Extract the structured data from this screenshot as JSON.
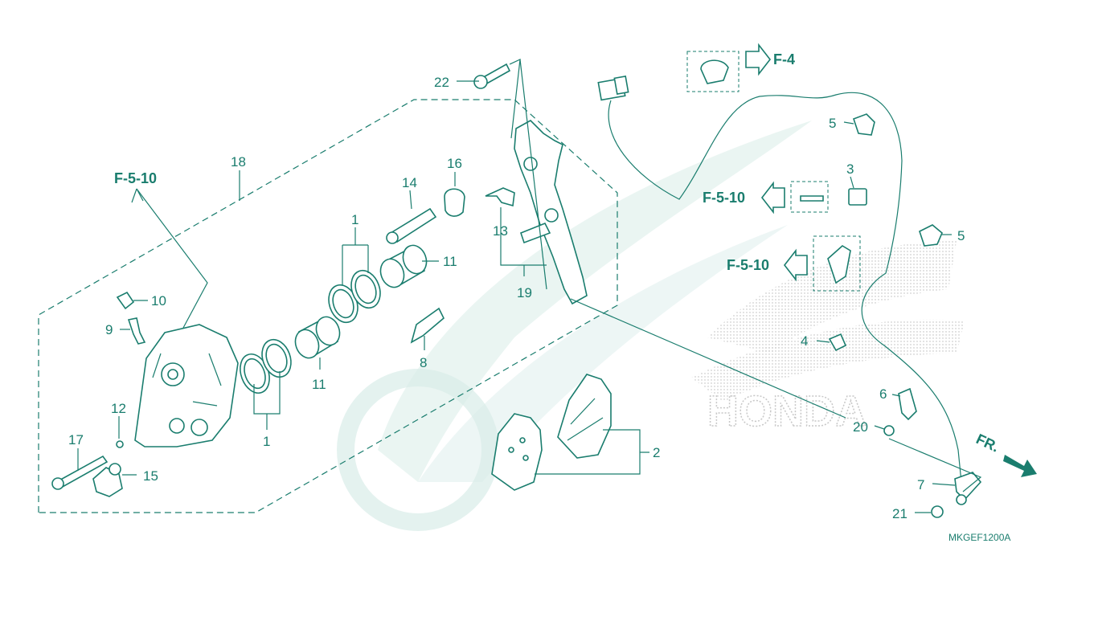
{
  "diagram_code": "MKGEF1200A",
  "direction_label": "FR.",
  "refs": {
    "r1": "F-5-10",
    "r2": "F-4",
    "r3": "F-5-10",
    "r4": "F-5-10"
  },
  "callouts": {
    "c22": "22",
    "c18": "18",
    "c16": "16",
    "c14": "14",
    "c1a": "1",
    "c11a": "11",
    "c13": "13",
    "c19": "19",
    "c10": "10",
    "c9": "9",
    "c11b": "11",
    "c8": "8",
    "c12": "12",
    "c17": "17",
    "c15": "15",
    "c1b": "1",
    "c2": "2",
    "c5a": "5",
    "c3": "3",
    "c5b": "5",
    "c4": "4",
    "c6": "6",
    "c20": "20",
    "c7": "7",
    "c21": "21"
  },
  "watermark": "HONDA"
}
